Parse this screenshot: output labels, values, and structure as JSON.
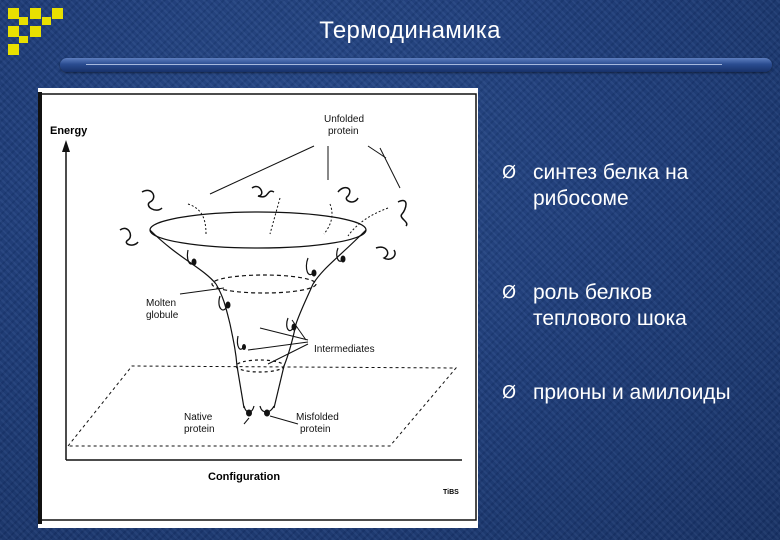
{
  "slide": {
    "title": "Термодинамика",
    "accent_color": "#e8e000",
    "background_color": "#1f3f7e"
  },
  "figure": {
    "y_axis_label": "Energy",
    "x_axis_label": "Configuration",
    "corner_tag": "TiBS",
    "labels": {
      "unfolded_line1": "Unfolded",
      "unfolded_line2": "protein",
      "molten_line1": "Molten",
      "molten_line2": "globule",
      "intermediates": "Intermediates",
      "native_line1": "Native",
      "native_line2": "protein",
      "misfolded_line1": "Misfolded",
      "misfolded_line2": "protein"
    }
  },
  "bullets": [
    {
      "marker": "Ø",
      "text": "синтез белка на\nрибосоме"
    },
    {
      "marker": "Ø",
      "text": "роль белков\nтеплового шока"
    },
    {
      "marker": "Ø",
      "text": "прионы и амилоиды"
    }
  ]
}
